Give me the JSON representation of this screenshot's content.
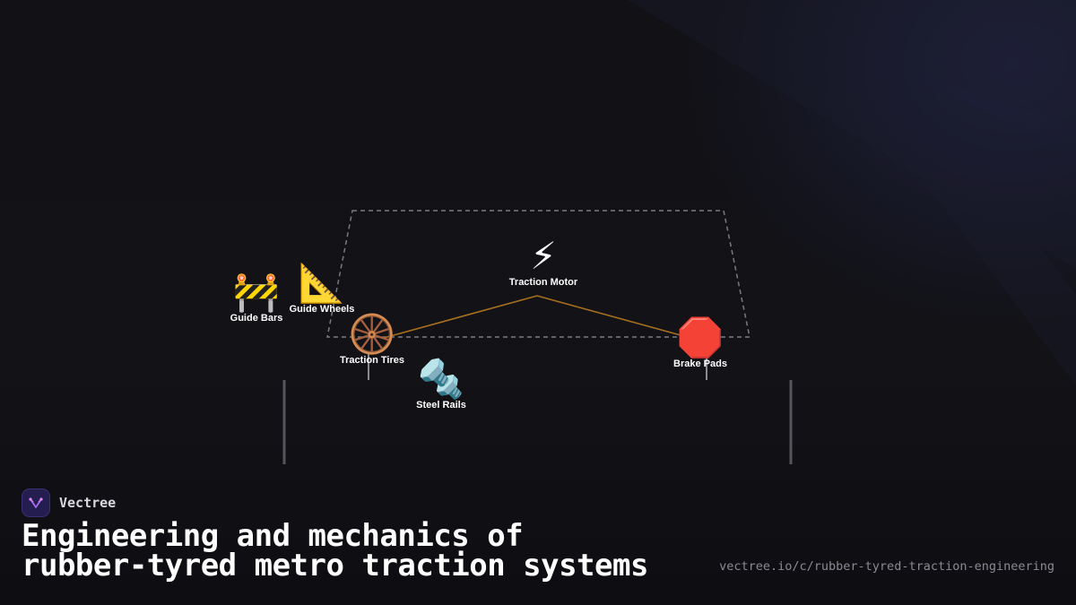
{
  "brand": {
    "name": "Vectree"
  },
  "title": {
    "line1": "Engineering and mechanics of",
    "line2": "rubber-tyred metro traction systems"
  },
  "url": "vectree.io/c/rubber-tyred-traction-engineering",
  "colors": {
    "background": "#111116",
    "connector": "#a8701e",
    "outline": "#7a7a82",
    "text": "#ffffff",
    "muted_text": "#8a8a94",
    "logo_bg": "#241d4f"
  },
  "diagram": {
    "nodes": [
      {
        "id": "guide-bars",
        "icon": "🚧",
        "icon_name": "barrier-icon",
        "label": "Guide Bars"
      },
      {
        "id": "guide-wheels",
        "icon": "📐",
        "icon_name": "triangle-ruler-icon",
        "label": "Guide Wheels"
      },
      {
        "id": "traction-motor",
        "icon": "⚡",
        "icon_name": "lightning-icon",
        "label": "Traction Motor"
      },
      {
        "id": "traction-tires",
        "icon": "🛞",
        "icon_name": "wheel-icon",
        "label": "Traction Tires"
      },
      {
        "id": "brake-pads",
        "icon": "🛑",
        "icon_name": "stop-sign-icon",
        "label": "Brake Pads"
      },
      {
        "id": "steel-rails",
        "icon": "🔩",
        "icon_name": "nut-and-bolt-icon",
        "label": "Steel Rails"
      }
    ],
    "connections": [
      {
        "from": "traction-motor",
        "to": "traction-tires"
      },
      {
        "from": "traction-motor",
        "to": "brake-pads"
      }
    ]
  }
}
